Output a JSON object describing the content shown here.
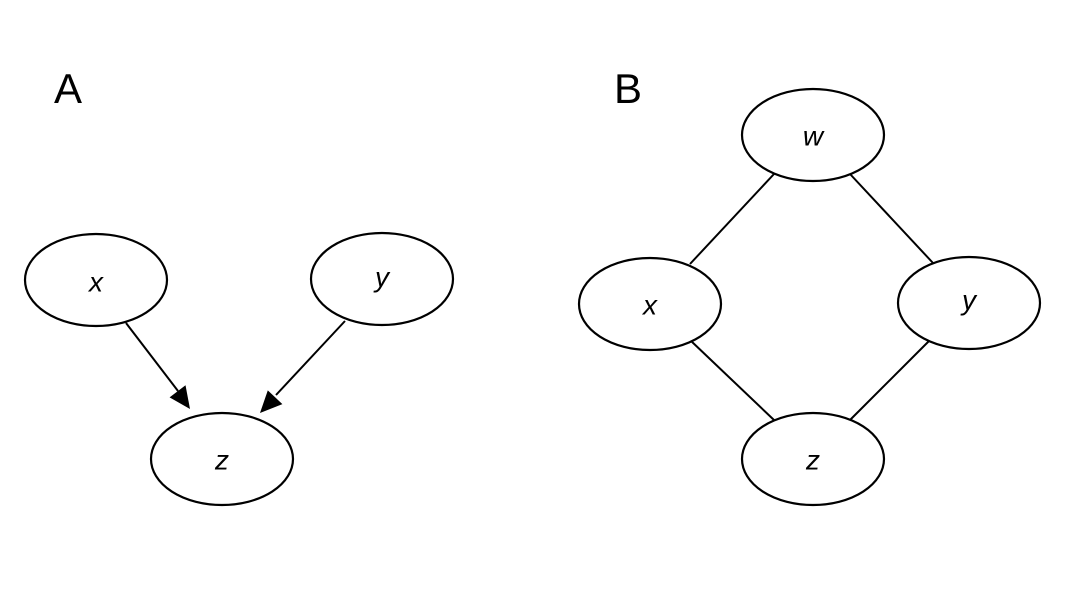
{
  "panels": [
    {
      "id": "A",
      "label": "A",
      "directed": true,
      "nodes": [
        {
          "id": "x",
          "label": "x"
        },
        {
          "id": "y",
          "label": "y"
        },
        {
          "id": "z",
          "label": "z"
        }
      ],
      "edges": [
        {
          "from": "x",
          "to": "z"
        },
        {
          "from": "y",
          "to": "z"
        }
      ]
    },
    {
      "id": "B",
      "label": "B",
      "directed": false,
      "nodes": [
        {
          "id": "w",
          "label": "w"
        },
        {
          "id": "x",
          "label": "x"
        },
        {
          "id": "y",
          "label": "y"
        },
        {
          "id": "z",
          "label": "z"
        }
      ],
      "edges": [
        {
          "from": "w",
          "to": "x"
        },
        {
          "from": "w",
          "to": "y"
        },
        {
          "from": "x",
          "to": "z"
        },
        {
          "from": "y",
          "to": "z"
        }
      ]
    }
  ],
  "colors": {
    "stroke": "#000000",
    "fill": "#ffffff",
    "background": "#ffffff"
  }
}
